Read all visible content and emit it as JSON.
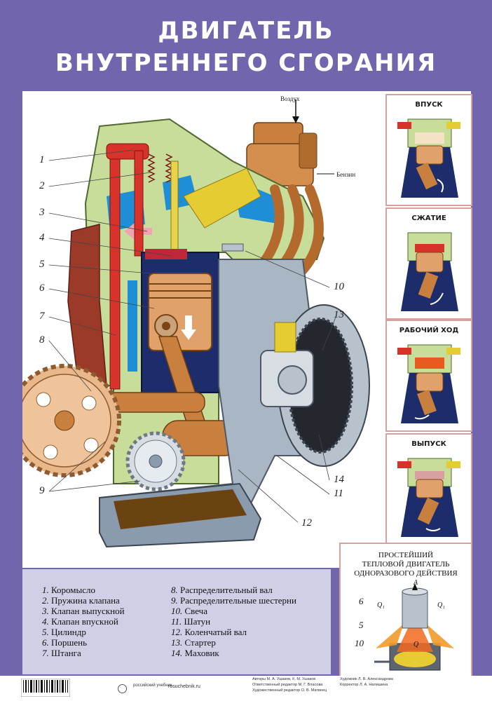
{
  "title": {
    "line1": "ДВИГАТЕЛЬ",
    "line2": "ВНУТРЕННЕГО СГОРАНИЯ"
  },
  "main_diagram": {
    "label_air": "Воздух",
    "label_fuel": "Бензин",
    "callouts": [
      "1",
      "2",
      "3",
      "4",
      "5",
      "6",
      "7",
      "8",
      "9",
      "10",
      "11",
      "12",
      "13",
      "14"
    ]
  },
  "stages": [
    {
      "title": "ВПУСК"
    },
    {
      "title": "СЖАТИЕ"
    },
    {
      "title": "РАБОЧИЙ ХОД"
    },
    {
      "title": "ВЫПУСК"
    }
  ],
  "legend": {
    "items": [
      {
        "num": "1.",
        "text": "Коромысло"
      },
      {
        "num": "2.",
        "text": "Пружина клапана"
      },
      {
        "num": "3.",
        "text": "Клапан выпускной"
      },
      {
        "num": "4.",
        "text": "Клапан впускной"
      },
      {
        "num": "5.",
        "text": "Цилиндр"
      },
      {
        "num": "6.",
        "text": "Поршень"
      },
      {
        "num": "7.",
        "text": "Штанга"
      },
      {
        "num": "8.",
        "text": "Распределительный вал"
      },
      {
        "num": "9.",
        "text": "Распределительные шестерни"
      },
      {
        "num": "10.",
        "text": "Свеча"
      },
      {
        "num": "11.",
        "text": "Шатун"
      },
      {
        "num": "12.",
        "text": "Коленчатый вал"
      },
      {
        "num": "13.",
        "text": "Стартер"
      },
      {
        "num": "14.",
        "text": "Маховик"
      }
    ]
  },
  "heat_engine": {
    "title_line1": "ПРОСТЕЙШИЙ",
    "title_line2": "ТЕПЛОВОЙ ДВИГАТЕЛЬ",
    "title_line3": "ОДНОРАЗОВОГО ДЕЙСТВИЯ",
    "label_A": "A",
    "label_Q1_left": "Q₁",
    "label_Q1_right": "Q₁",
    "label_Q": "Q",
    "callouts": [
      "6",
      "5",
      "10"
    ]
  },
  "footer": {
    "credits_left": "Авторы М. А. Ушаков, К. М. Ушаков",
    "credits_left2": "Ответственный редактор М. Г. Власова",
    "credits_left3": "Художественный редактор О. В. Матвеец",
    "credits_right": "Художник Л. В. Александрова",
    "credits_right2": "Корректор Л. А. Налишина",
    "site": "rosuchebnik.ru",
    "publisher": "российский учебник"
  },
  "colors": {
    "background": "#7165ad",
    "panel": "#ffffff",
    "legend_bg": "#cfd0e6",
    "block_green": "#c8dd9a",
    "coolant_blue": "#1e8fd6",
    "valve_red": "#d8332a",
    "copper": "#c9803f",
    "cylinder_navy": "#1d2c6b",
    "steel": "#8a9bad",
    "frame_pink": "#d9a0a0"
  }
}
